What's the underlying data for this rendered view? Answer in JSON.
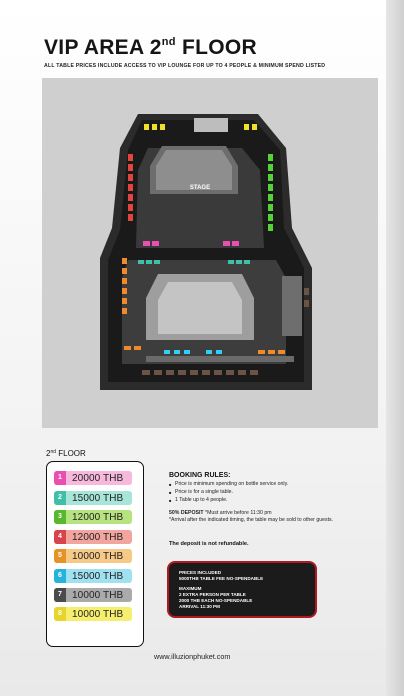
{
  "header": {
    "title_main": "VIP AREA 2",
    "title_sup": "nd",
    "title_end": " FLOOR",
    "subtitle": "ALL TABLE PRICES INCLUDE ACCESS TO VIP LOUNGE FOR UP TO 4 PEOPLE & MINIMUM SPEND LISTED"
  },
  "floor_plan": {
    "stage_label": "STAGE"
  },
  "legend": {
    "title_main": "2",
    "title_sup": "nd",
    "title_end": " FLOOR",
    "items": [
      {
        "num": "1",
        "price": "20000  THB",
        "color": "#e94fb0",
        "bg": "#f6b8db"
      },
      {
        "num": "2",
        "price": "15000 THB",
        "color": "#3fbfa8",
        "bg": "#a8e5d9"
      },
      {
        "num": "3",
        "price": "12000  THB",
        "color": "#57b82e",
        "bg": "#b6e27f"
      },
      {
        "num": "4",
        "price": "12000  THB",
        "color": "#d9444c",
        "bg": "#f2a49f"
      },
      {
        "num": "5",
        "price": "10000  THB",
        "color": "#e59327",
        "bg": "#f6c986"
      },
      {
        "num": "6",
        "price": "15000 THB",
        "color": "#25b3d9",
        "bg": "#9fe0f1"
      },
      {
        "num": "7",
        "price": "10000 THB",
        "color": "#4b4b4b",
        "bg": "#aaaaaa"
      },
      {
        "num": "8",
        "price": "10000  THB",
        "color": "#e6d62a",
        "bg": "#f5ee6e"
      }
    ]
  },
  "booking": {
    "title": "BOOKING RULES:",
    "rules": [
      "Price is minimum spending on bottle service only.",
      "Price is  for a single table.",
      "1 Table up to 4 people."
    ],
    "deposit_label": "50% DEPOSIT",
    "deposit_text": " *Must arrive before 11:30 pm",
    "arrival_note": "*Arrival after the indicated timing, the table may be sold to other guests.",
    "refund_note": "The deposit is not refundable."
  },
  "info_box": {
    "line1": "PRICES INCLUDED",
    "line2": "5000THB TABLE FEE NO-SPENDABLE",
    "line3": "MAXIMUM",
    "line4": "2 EXTRA PERSON PER TABLE",
    "line5": "2000 THB EACH NO-SPENDABLE",
    "line6": "ARRIVAL 11:30 PM"
  },
  "footer": {
    "website": "www.illuzionphuket.com"
  },
  "colors": {
    "pink": "#e94fb0",
    "teal": "#3fbfa8",
    "green": "#57d13a",
    "red": "#e0463f",
    "orange": "#f08a2a",
    "cyan": "#2fd0f0",
    "brown": "#5a4a40",
    "yellow": "#f0e02a",
    "accent_red": "#b01822"
  }
}
